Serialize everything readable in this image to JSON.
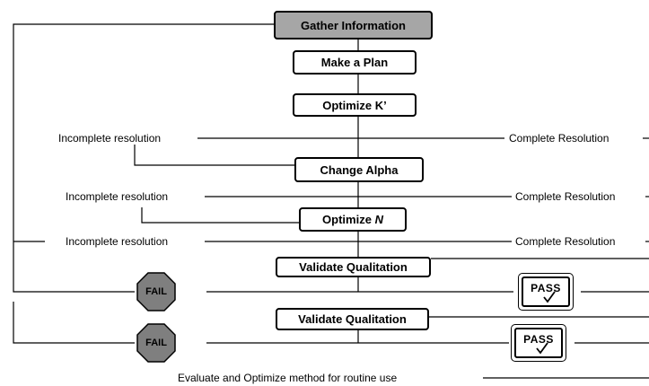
{
  "diagram": {
    "nodes": {
      "gather": "Gather Information",
      "plan": "Make a Plan",
      "optimize_k": "Optimize K’",
      "change_alpha": "Change Alpha",
      "optimize_n_prefix": "Optimize ",
      "optimize_n_var": "N",
      "validate_1": "Validate Qualitation",
      "validate_2": "Validate Qualitation"
    },
    "labels": {
      "incomplete_1": "Incomplete resolution",
      "complete_1": "Complete Resolution",
      "incomplete_2": "Incomplete resolution",
      "complete_2": "Complete Resolution",
      "incomplete_3": "Incomplete resolution",
      "complete_3": "Complete Resolution",
      "evaluate": "Evaluate and Optimize method for routine use"
    },
    "badges": {
      "fail_1": "FAIL",
      "fail_2": "FAIL",
      "pass_1": "PASS",
      "pass_2": "PASS"
    },
    "colors": {
      "gather_fill": "#a6a6a6",
      "fail_fill": "#7f7f7f",
      "line": "#000000"
    }
  }
}
